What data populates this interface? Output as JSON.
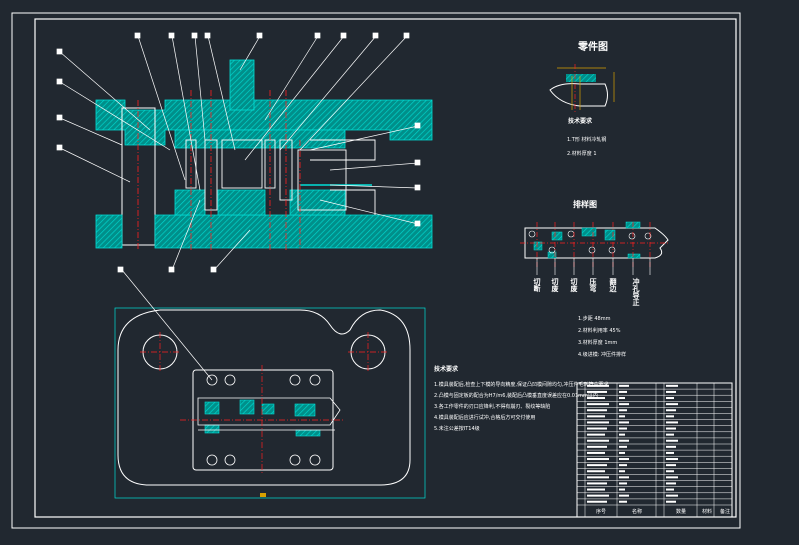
{
  "drawing": {
    "part_view": {
      "title": "零件图",
      "tech_heading": "技术要求",
      "notes": [
        "1.T形  材料冷轧钢",
        "2.材料厚度 1"
      ]
    },
    "strip_layout": {
      "title": "排样图",
      "stations": [
        "冲孔导正",
        "翻边",
        "切废",
        "压弯",
        "切废",
        "切断"
      ],
      "notes": [
        "1.步距 48mm",
        "2.材料利用率 45%",
        "3.材料厚度 1mm",
        "4.级进模: 冲压件排样"
      ]
    },
    "tech_requirements": {
      "heading": "技术要求",
      "items": [
        "1.模具装配后,检查上下模的导向精度,保证凸凹模间隙均匀,冲压件毛刺符合要求",
        "2.凸模与固定板的配合为H7/m6,装配后凸模垂直度误差应在0.01mm以内",
        "3.各工作零件的刃口应锋利,不得有崩刃、裂纹等缺陷",
        "4.模具装配后应进行试冲,合格后方可交付使用",
        "5.未注公差按IT14级"
      ]
    },
    "title_block": {
      "footer": [
        "序号",
        "名称",
        "数量",
        "材料",
        "备注"
      ]
    },
    "colors": {
      "background": "#212830",
      "frame": "#ffffff",
      "section": "#00b8b0",
      "centerline": "#ff2020",
      "leader": "#ffffff",
      "dim": "#ffd000"
    }
  }
}
